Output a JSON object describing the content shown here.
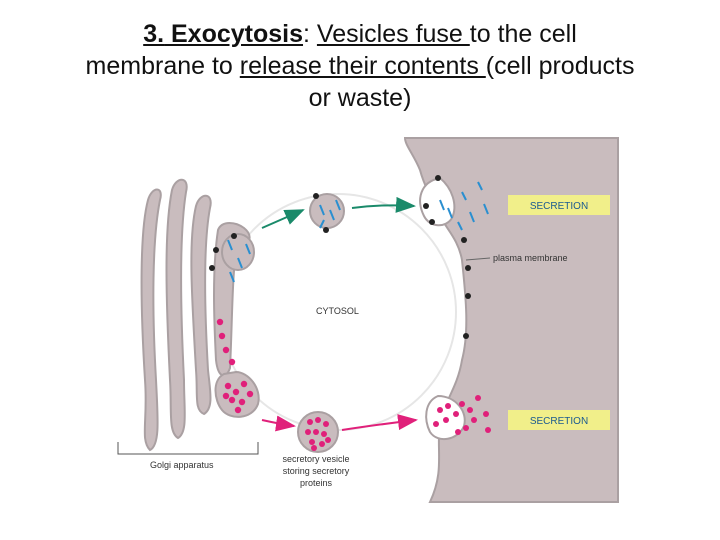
{
  "title": {
    "number": "3.",
    "term": "Exocytosis",
    "colon": ":",
    "seg1": "Vesicles fuse ",
    "seg2": "to the cell",
    "seg3": "membrane to ",
    "seg4": "release their contents ",
    "seg5": "(cell products",
    "seg6": "or waste)"
  },
  "diagram": {
    "labels": {
      "secretion_top": "SECRETION",
      "plasma_membrane": "plasma membrane",
      "cytosol": "CYTOSOL",
      "secretion_bottom": "SECRETION",
      "golgi": "Golgi apparatus",
      "vesicle_line1": "secretory vesicle",
      "vesicle_line2": "storing secretory",
      "vesicle_line3": "proteins"
    },
    "colors": {
      "cell_fill": "#c9bcbe",
      "outline": "#aaa0a2",
      "protein_blue": "#2a8fd0",
      "secretory_pink": "#e0207a",
      "arrow_teal": "#1a8a6a",
      "label_box": "#f1ef8a"
    }
  }
}
